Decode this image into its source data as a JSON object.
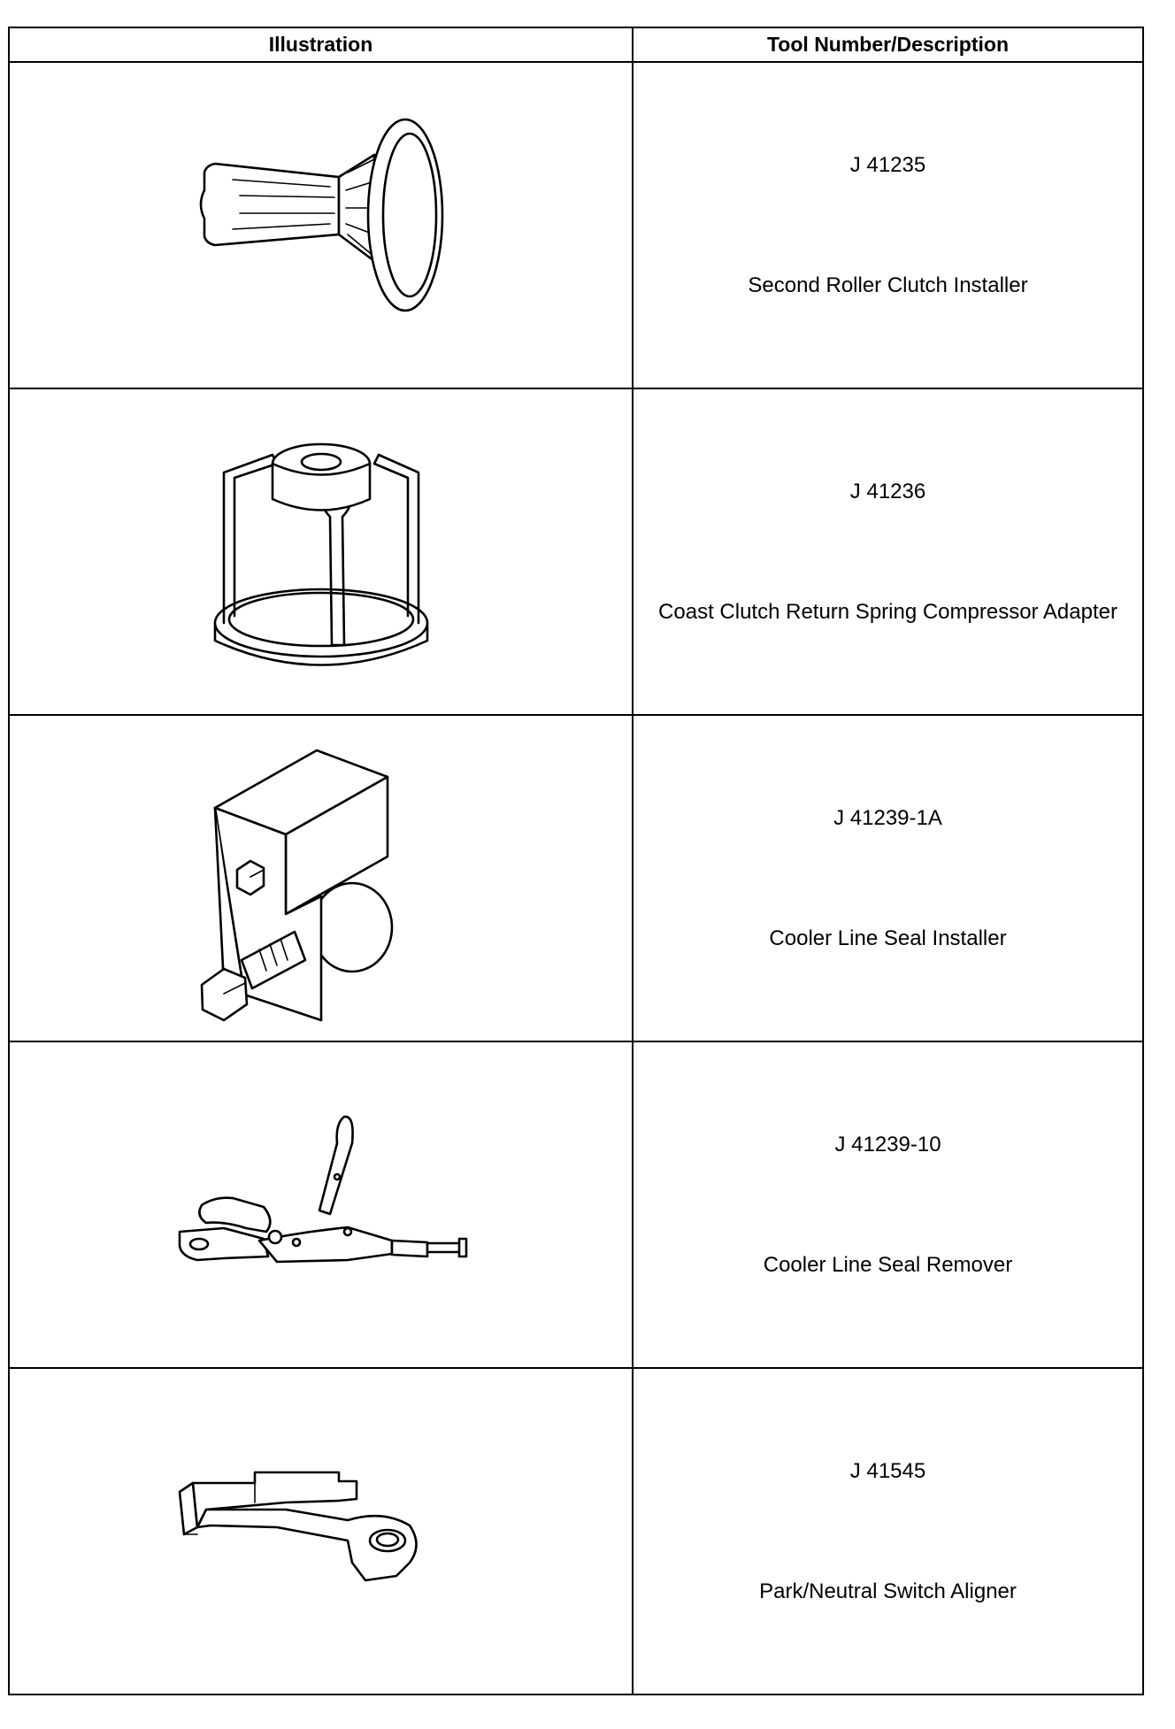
{
  "table": {
    "headers": {
      "illustration": "Illustration",
      "tool": "Tool Number/Description"
    },
    "rows": [
      {
        "tool_number": "J 41235",
        "description": "Second Roller Clutch Installer",
        "icon": "roller-clutch-installer-icon"
      },
      {
        "tool_number": "J 41236",
        "description": "Coast Clutch Return Spring Compressor Adapter",
        "icon": "spring-compressor-adapter-icon"
      },
      {
        "tool_number": "J 41239-1A",
        "description": "Cooler Line Seal Installer",
        "icon": "seal-installer-icon"
      },
      {
        "tool_number": "J 41239-10",
        "description": "Cooler Line Seal Remover",
        "icon": "locking-pliers-remover-icon"
      },
      {
        "tool_number": "J 41545",
        "description": "Park/Neutral Switch Aligner",
        "icon": "switch-aligner-icon"
      }
    ]
  }
}
